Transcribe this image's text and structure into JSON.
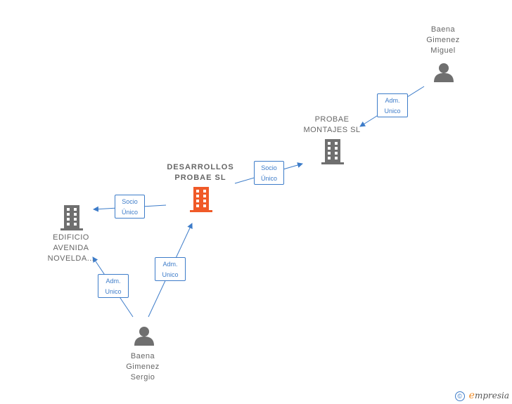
{
  "nodes": {
    "baena_miguel": {
      "lines": [
        "Baena",
        "Gimenez",
        "Miguel"
      ]
    },
    "probae_montajes": {
      "lines": [
        "PROBAE",
        "MONTAJES  SL"
      ]
    },
    "desarrollos_probae": {
      "lines": [
        "DESARROLLOS",
        "PROBAE  SL"
      ]
    },
    "edificio": {
      "lines": [
        "EDIFICIO",
        "AVENIDA",
        "NOVELDA..."
      ]
    },
    "baena_sergio": {
      "lines": [
        "Baena",
        "Gimenez",
        "Sergio"
      ]
    }
  },
  "edges": {
    "miguel_to_montajes": {
      "lines": [
        "Adm.",
        "Unico"
      ]
    },
    "desarrollos_to_montajes": {
      "lines": [
        "Socio",
        "Único"
      ]
    },
    "desarrollos_to_edificio": {
      "lines": [
        "Socio",
        "Único"
      ]
    },
    "sergio_to_desarrollos": {
      "lines": [
        "Adm.",
        "Unico"
      ]
    },
    "sergio_to_edificio": {
      "lines": [
        "Adm.",
        "Unico"
      ]
    }
  },
  "colors": {
    "edge": "#3d7cc9",
    "icon_gray": "#6f6f6f",
    "main_company": "#f05a28"
  },
  "brand": {
    "symbol": "©",
    "e": "e",
    "rest": "mpresia"
  }
}
